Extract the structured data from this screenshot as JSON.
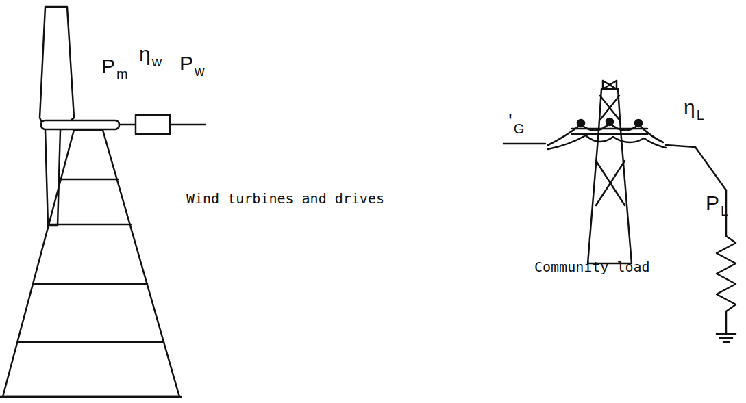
{
  "diagram": {
    "labels": [
      "Pm",
      "ηw",
      "Pw",
      "Wind turbines and drives",
      "'G",
      "ηL",
      "PL",
      "Community load"
    ]
  }
}
